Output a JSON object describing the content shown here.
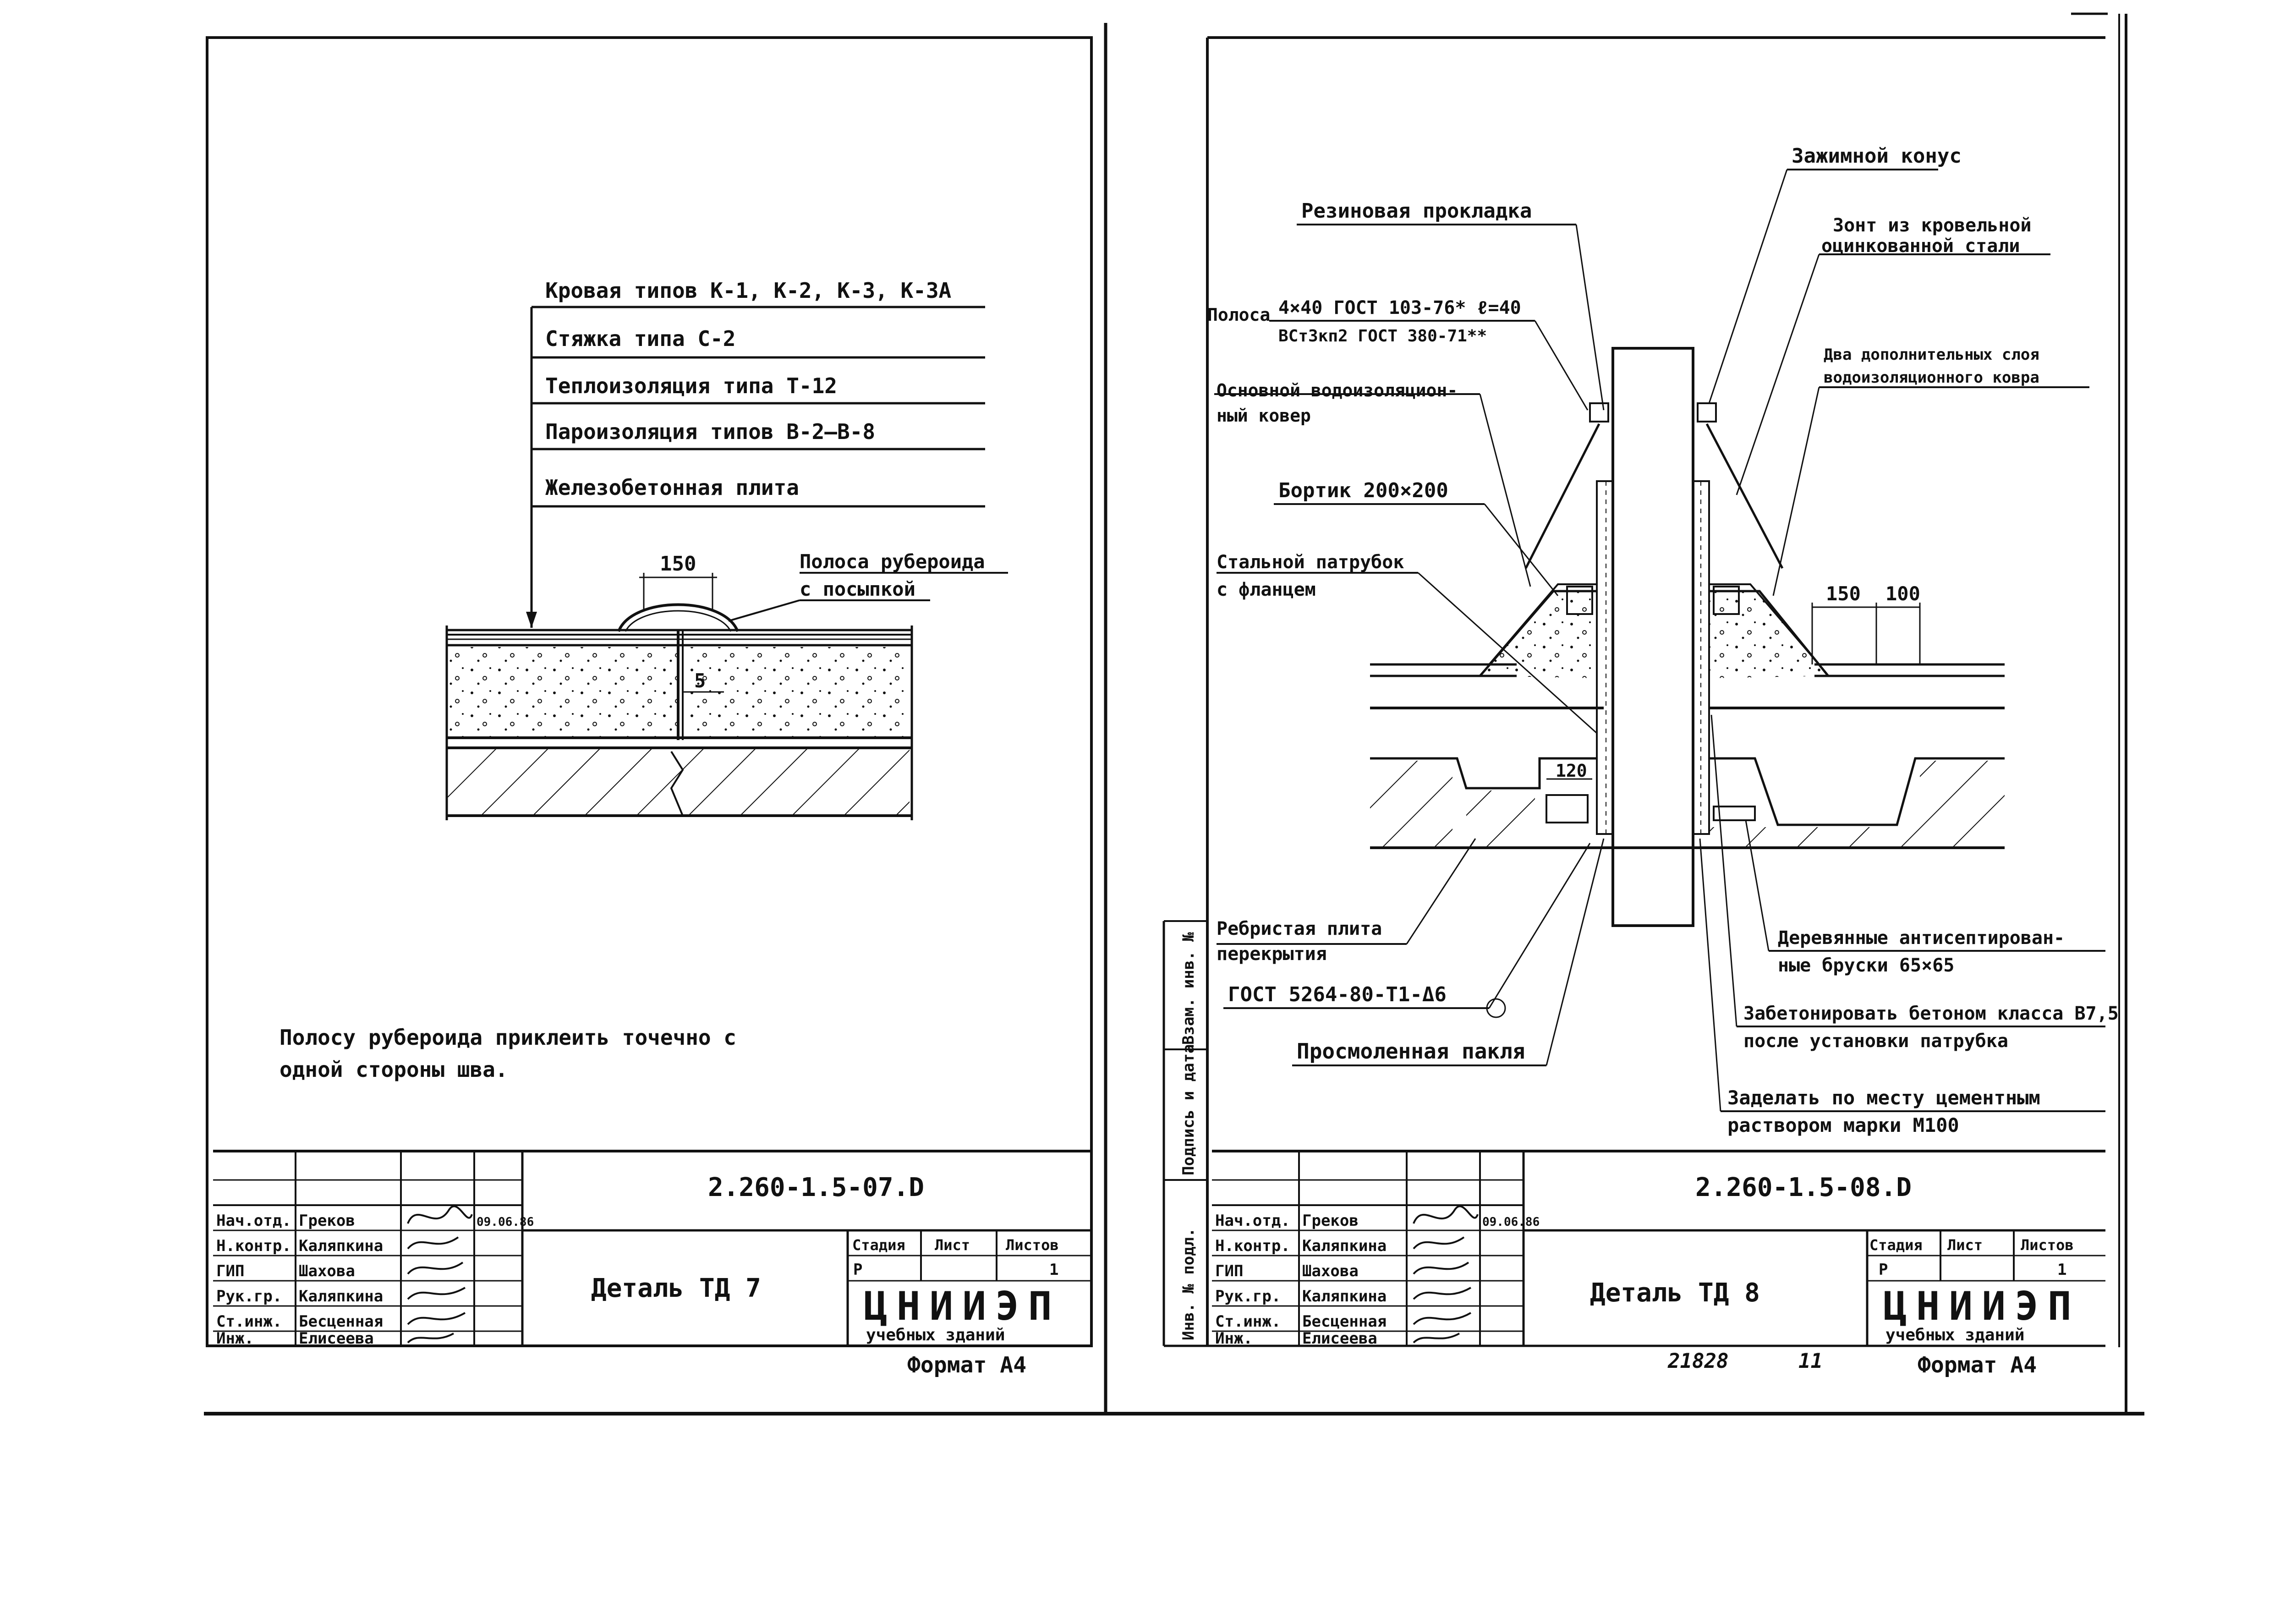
{
  "left_sheet": {
    "layers": [
      "Кровая типов  К-1, К-2, К-3, К-3А",
      "Стяжка типа  С-2",
      "Теплоизоляция  типа  Т-12",
      "Пароизоляция  типов  В-2—В-8",
      "Железобетонная  плита"
    ],
    "dim_150": "150",
    "dim_5": "5",
    "strip_label_1": "Полоса  рубероида",
    "strip_label_2": "с посыпкой",
    "note_line_1": "Полосу  рубероида  приклеить  точечно  с",
    "note_line_2": "одной  стороны  шва.",
    "doc_code": "2.260-1.5-07.D",
    "detail_title": "Деталь ТД 7",
    "format": "Формат А4"
  },
  "right_sheet": {
    "clamp_cone": "Зажимной  конус",
    "rubber_gasket": "Резиновая  прокладка",
    "umbrella_1": "Зонт  из кровельной",
    "umbrella_2": "оцинкованной  стали",
    "strip_prefix": "Полоса",
    "strip_1": "4×40 ГОСТ 103-76* ℓ=40",
    "strip_2": "ВСт3кп2 ГОСТ 380-71**",
    "main_carpet_1": "Основной  водоизоляцион-",
    "main_carpet_2": "ный  ковер",
    "extra_layers_1": "Два дополнительных слоя",
    "extra_layers_2": "водоизоляционного ковра",
    "curb": "Бортик  200×200",
    "pipe_1": "Стальной  патрубок",
    "pipe_2": "с фланцем",
    "dim_150": "150",
    "dim_100": "100",
    "dim_120": "120",
    "ribbed_1": "Ребристая  плита",
    "ribbed_2": "перекрытия",
    "gost_bolt": "ГОСТ 5264-80-Т1-Δ6",
    "wood_1": "Деревянные  антисептирован-",
    "wood_2": "ные  бруски  65×65",
    "concrete_1": "Забетонировать бетоном класса В7,5",
    "concrete_2": "после  установки  патрубка",
    "tow": "Просмоленная  пакля",
    "mortar_1": "Заделать  по месту  цементным",
    "mortar_2": "раствором  марки  М100",
    "side_1": "Взам. инв. №",
    "side_2": "Подпись и дата",
    "side_3": "Инв. № подл.",
    "doc_code": "2.260-1.5-08.D",
    "detail_title": "Деталь ТД 8",
    "inventory": "21828",
    "page_num": "11",
    "format": "Формат А4"
  },
  "title_block": {
    "roles": [
      "Нач.отд.",
      "Н.контр.",
      "ГИП",
      "Рук.гр.",
      "Ст.инж.",
      "Инж."
    ],
    "names": [
      "Греков",
      "Каляпкина",
      "Шахова",
      "Каляпкина",
      "Бесценная",
      "Елисеева"
    ],
    "date": "09.06.86",
    "stage_header": "Стадия",
    "sheet_header": "Лист",
    "sheets_header": "Листов",
    "stage": "Р",
    "sheets": "1",
    "org_name": "ЦНИИЭП",
    "org_sub": "учебных  зданий"
  }
}
